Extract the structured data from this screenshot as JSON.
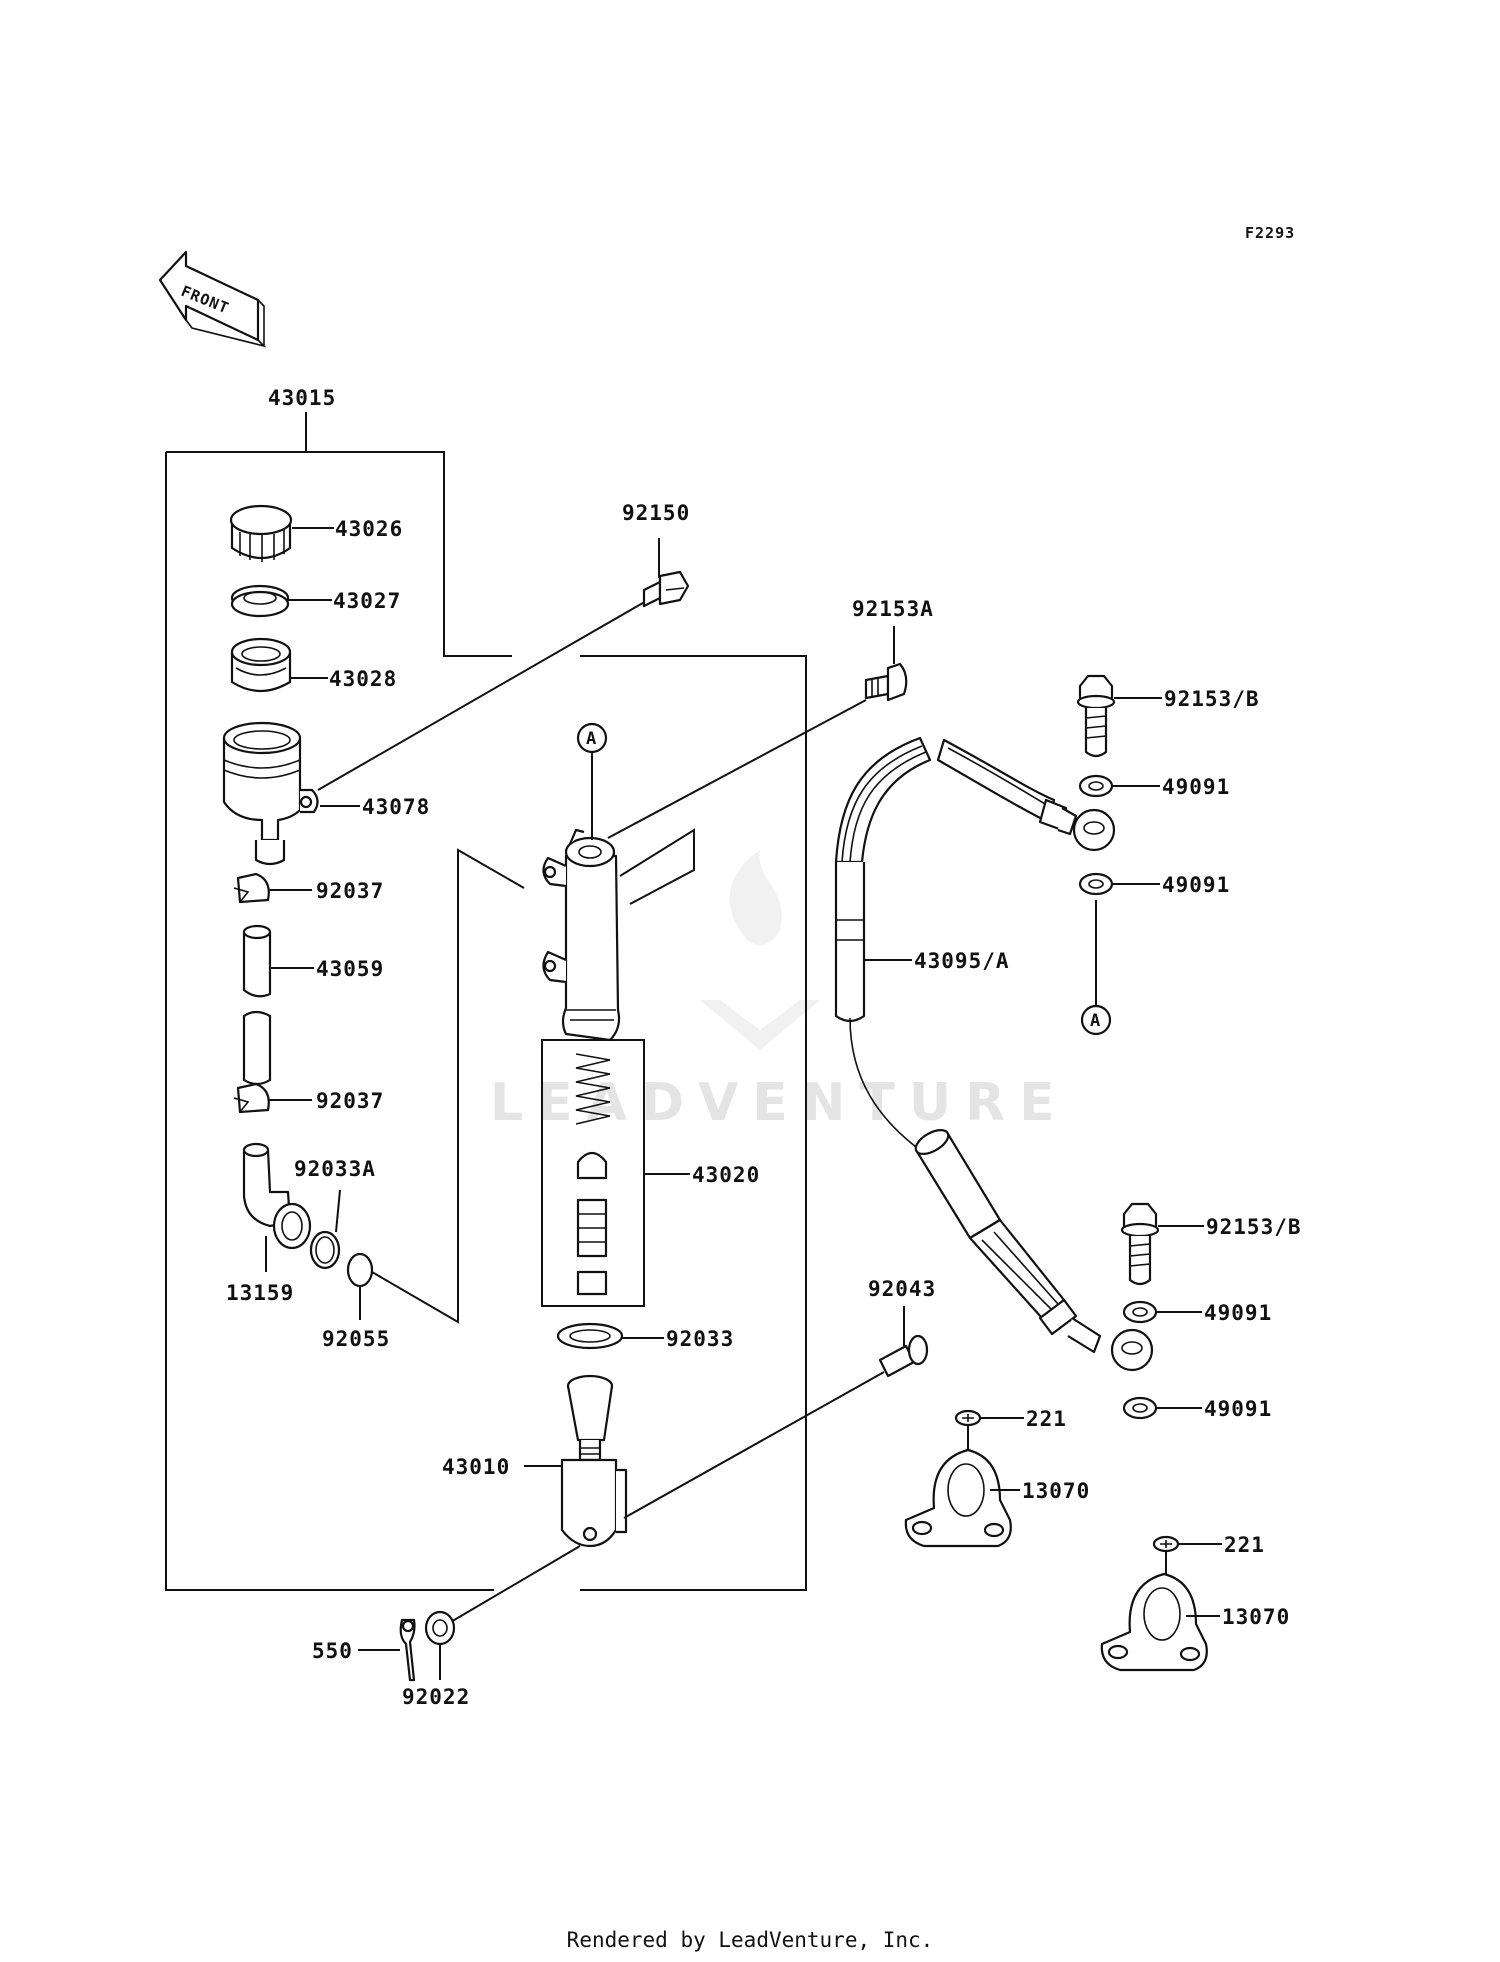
{
  "diagram_code": "F2293",
  "front_label": "FRONT",
  "watermark": "LEADVENTURE",
  "ref_marker": "A",
  "footer": "Rendered by LeadVenture, Inc.",
  "parts": {
    "p43015": "43015",
    "p43026": "43026",
    "p43027": "43027",
    "p43028": "43028",
    "p43078": "43078",
    "p92037a": "92037",
    "p43059": "43059",
    "p92037b": "92037",
    "p92033A": "92033A",
    "p13159": "13159",
    "p92055": "92055",
    "p92150": "92150",
    "p92153A": "92153A",
    "p43020": "43020",
    "p92033": "92033",
    "p43010": "43010",
    "p550": "550",
    "p92022": "92022",
    "p92043": "92043",
    "p92153Ba": "92153/B",
    "p49091a": "49091",
    "p49091b": "49091",
    "p43095A": "43095/A",
    "p92153Bb": "92153/B",
    "p49091c": "49091",
    "p49091d": "49091",
    "p221a": "221",
    "p13070a": "13070",
    "p221b": "221",
    "p13070b": "13070"
  }
}
